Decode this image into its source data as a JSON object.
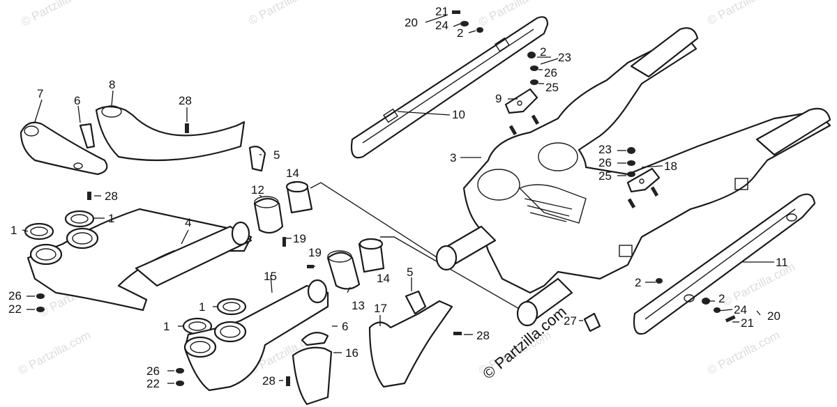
{
  "diagram": {
    "watermark_text": "© Partzilla.com",
    "copyright_text": "© Partzilla.com",
    "callouts": {
      "c1a": "1",
      "c1b": "1",
      "c1c": "1",
      "c1d": "1",
      "c2a": "2",
      "c2b": "2",
      "c2c": "2",
      "c2d": "2",
      "c3": "3",
      "c4": "4",
      "c5a": "5",
      "c5b": "5",
      "c6a": "6",
      "c6b": "6",
      "c7": "7",
      "c8": "8",
      "c9": "9",
      "c10": "10",
      "c11": "11",
      "c12": "12",
      "c13": "13",
      "c14a": "14",
      "c14b": "14",
      "c15": "15",
      "c16": "16",
      "c17": "17",
      "c18": "18",
      "c19a": "19",
      "c19b": "19",
      "c20a": "20",
      "c20b": "20",
      "c21a": "21",
      "c21b": "21",
      "c22a": "22",
      "c22b": "22",
      "c23a": "23",
      "c23b": "23",
      "c24a": "24",
      "c24b": "24",
      "c25a": "25",
      "c25b": "25",
      "c26a": "26",
      "c26b": "26",
      "c26c": "26",
      "c26d": "26",
      "c27": "27",
      "c28a": "28",
      "c28b": "28",
      "c28c": "28",
      "c28d": "28"
    }
  }
}
